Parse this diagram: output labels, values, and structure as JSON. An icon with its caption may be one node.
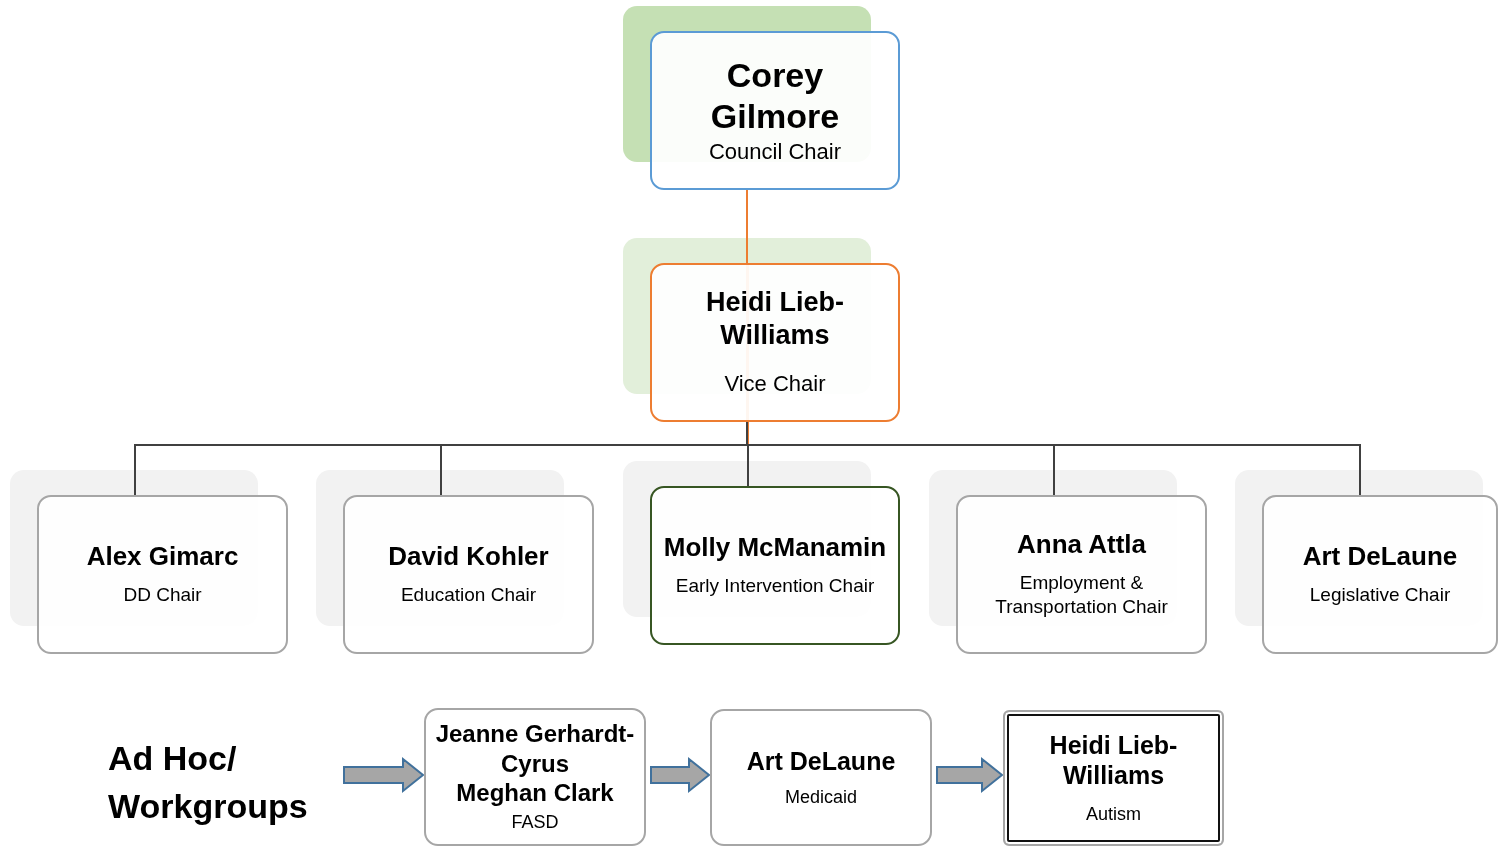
{
  "diagram": {
    "nodes": [
      {
        "text": [
          "Corey Gilmore",
          "Council Chair"
        ]
      },
      {
        "text": [
          "Heidi Lieb-Williams",
          "Vice Chair"
        ]
      },
      {
        "text": [
          "Alex Gimarc",
          "DD Chair"
        ]
      },
      {
        "text": [
          "David Kohler",
          "Education Chair"
        ]
      },
      {
        "text": [
          "Molly McManamin",
          "Early Intervention Chair"
        ]
      },
      {
        "text": [
          "Anna Attla",
          "Employment & Transportation Chair"
        ]
      },
      {
        "text": [
          "Art DeLaune",
          "Legislative Chair"
        ]
      },
      {
        "text": [
          "Ad Hoc/ Workgroups"
        ]
      },
      {
        "text": [
          "Jeanne Gerhardt-Cyrus",
          "Meghan Clark",
          "FASD"
        ]
      },
      {
        "text": [
          "Art DeLaune",
          "Medicaid"
        ]
      },
      {
        "text": [
          "Heidi Lieb-Williams",
          "Autism"
        ]
      }
    ],
    "edges": [
      {
        "from": 0,
        "to": 1,
        "arrow": "none",
        "color": "#ed7d31"
      },
      {
        "from": 1,
        "to": 2,
        "arrow": "none"
      },
      {
        "from": 1,
        "to": 3,
        "arrow": "none"
      },
      {
        "from": 1,
        "to": 4,
        "arrow": "none"
      },
      {
        "from": 1,
        "to": 5,
        "arrow": "none"
      },
      {
        "from": 1,
        "to": 6,
        "arrow": "none"
      },
      {
        "from": 7,
        "to": 8,
        "arrow": "to",
        "style": "thick"
      },
      {
        "from": 8,
        "to": 9,
        "arrow": "to",
        "style": "thick"
      },
      {
        "from": 9,
        "to": 10,
        "arrow": "to",
        "style": "thick"
      }
    ]
  }
}
